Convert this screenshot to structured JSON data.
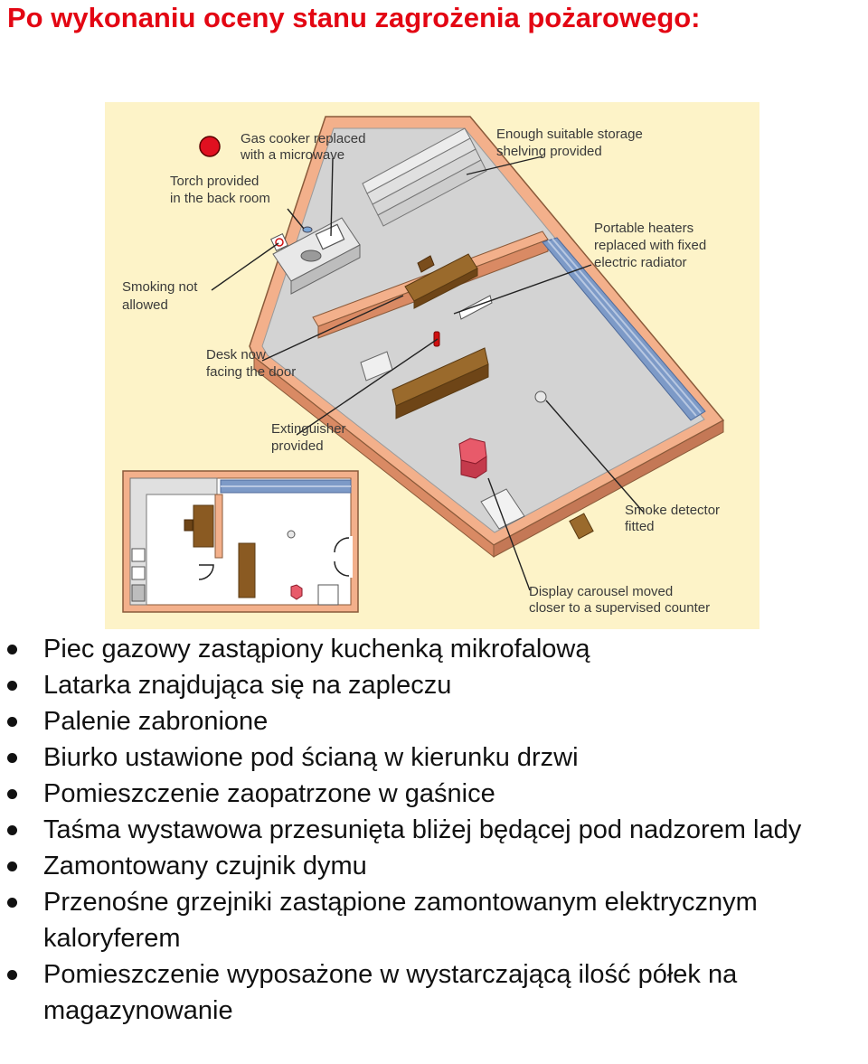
{
  "title": "Po wykonaniu oceny stanu zagrożenia pożarowego:",
  "diagram": {
    "labels": {
      "gas_cooker_1": "Gas cooker replaced",
      "gas_cooker_2": "with a microwave",
      "storage_1": "Enough suitable storage",
      "storage_2": "shelving provided",
      "torch_1": "Torch provided",
      "torch_2": "in the back room",
      "heaters_1": "Portable heaters",
      "heaters_2": "replaced with fixed",
      "heaters_3": "electric radiator",
      "smoking_1": "Smoking not",
      "smoking_2": "allowed",
      "desk_1": "Desk now",
      "desk_2": "facing the door",
      "extinguisher_1": "Extinguisher",
      "extinguisher_2": "provided",
      "smoke_1": "Smoke detector",
      "smoke_2": "fitted",
      "carousel_1": "Display carousel moved",
      "carousel_2": "closer to a supervised counter"
    },
    "colors": {
      "background": "#fdf3c8",
      "floor": "#d3d3d3",
      "wall_top": "#f3b08b",
      "wall_side": "#d98a64",
      "furniture": "#8a5a22",
      "carousel": "#e85a6a",
      "shelf_blue": "#7d9ac7",
      "marker_red": "#e01020"
    }
  },
  "bullets": [
    "Piec gazowy zastąpiony kuchenką mikrofalową",
    "Latarka znajdująca się na zapleczu",
    "Palenie zabronione",
    "Biurko ustawione pod ścianą w kierunku drzwi",
    "Pomieszczenie zaopatrzone w gaśnice",
    "Taśma wystawowa przesunięta bliżej będącej pod nadzorem lady",
    "Zamontowany czujnik dymu",
    "Przenośne grzejniki zastąpione zamontowanym elektrycznym kaloryferem",
    "Pomieszczenie wyposażone w wystarczającą ilość półek na magazynowanie"
  ]
}
